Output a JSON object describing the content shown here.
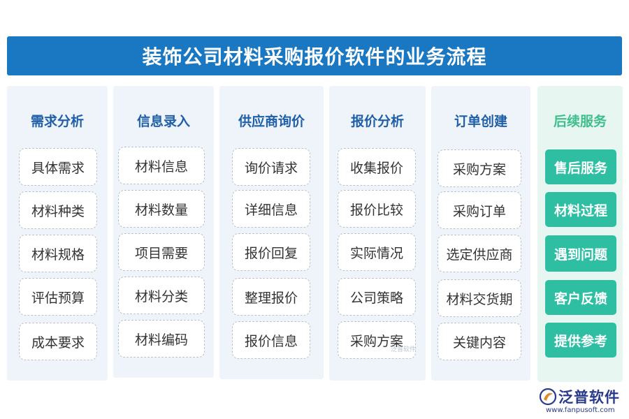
{
  "title": "装饰公司材料采购报价软件的业务流程",
  "columns": [
    {
      "header": "需求分析",
      "items": [
        "具体需求",
        "材料种类",
        "材料规格",
        "评估预算",
        "成本要求"
      ]
    },
    {
      "header": "信息录入",
      "items": [
        "材料信息",
        "材料数量",
        "项目需要",
        "材料分类",
        "材料编码"
      ]
    },
    {
      "header": "供应商询价",
      "items": [
        "询价请求",
        "详细信息",
        "报价回复",
        "整理报价",
        "报价信息"
      ]
    },
    {
      "header": "报价分析",
      "items": [
        "收集报价",
        "报价比较",
        "实际情况",
        "公司策略",
        "采购方案"
      ]
    },
    {
      "header": "订单创建",
      "items": [
        "采购方案",
        "采购订单",
        "选定供应商",
        "材料交货期",
        "关键内容"
      ]
    },
    {
      "header": "后续服务",
      "items": [
        "售后服务",
        "材料过程",
        "遇到问题",
        "客户反馈",
        "提供参考"
      ]
    }
  ],
  "watermark": "泛普软件",
  "logo": {
    "name": "泛普软件",
    "url": "www.fanpusoft.com"
  },
  "colors": {
    "title_bg": "#1a78c2",
    "header_blue": "#1f5fa8",
    "header_green": "#3cbf8c",
    "green_item": "#2ebfa3"
  }
}
